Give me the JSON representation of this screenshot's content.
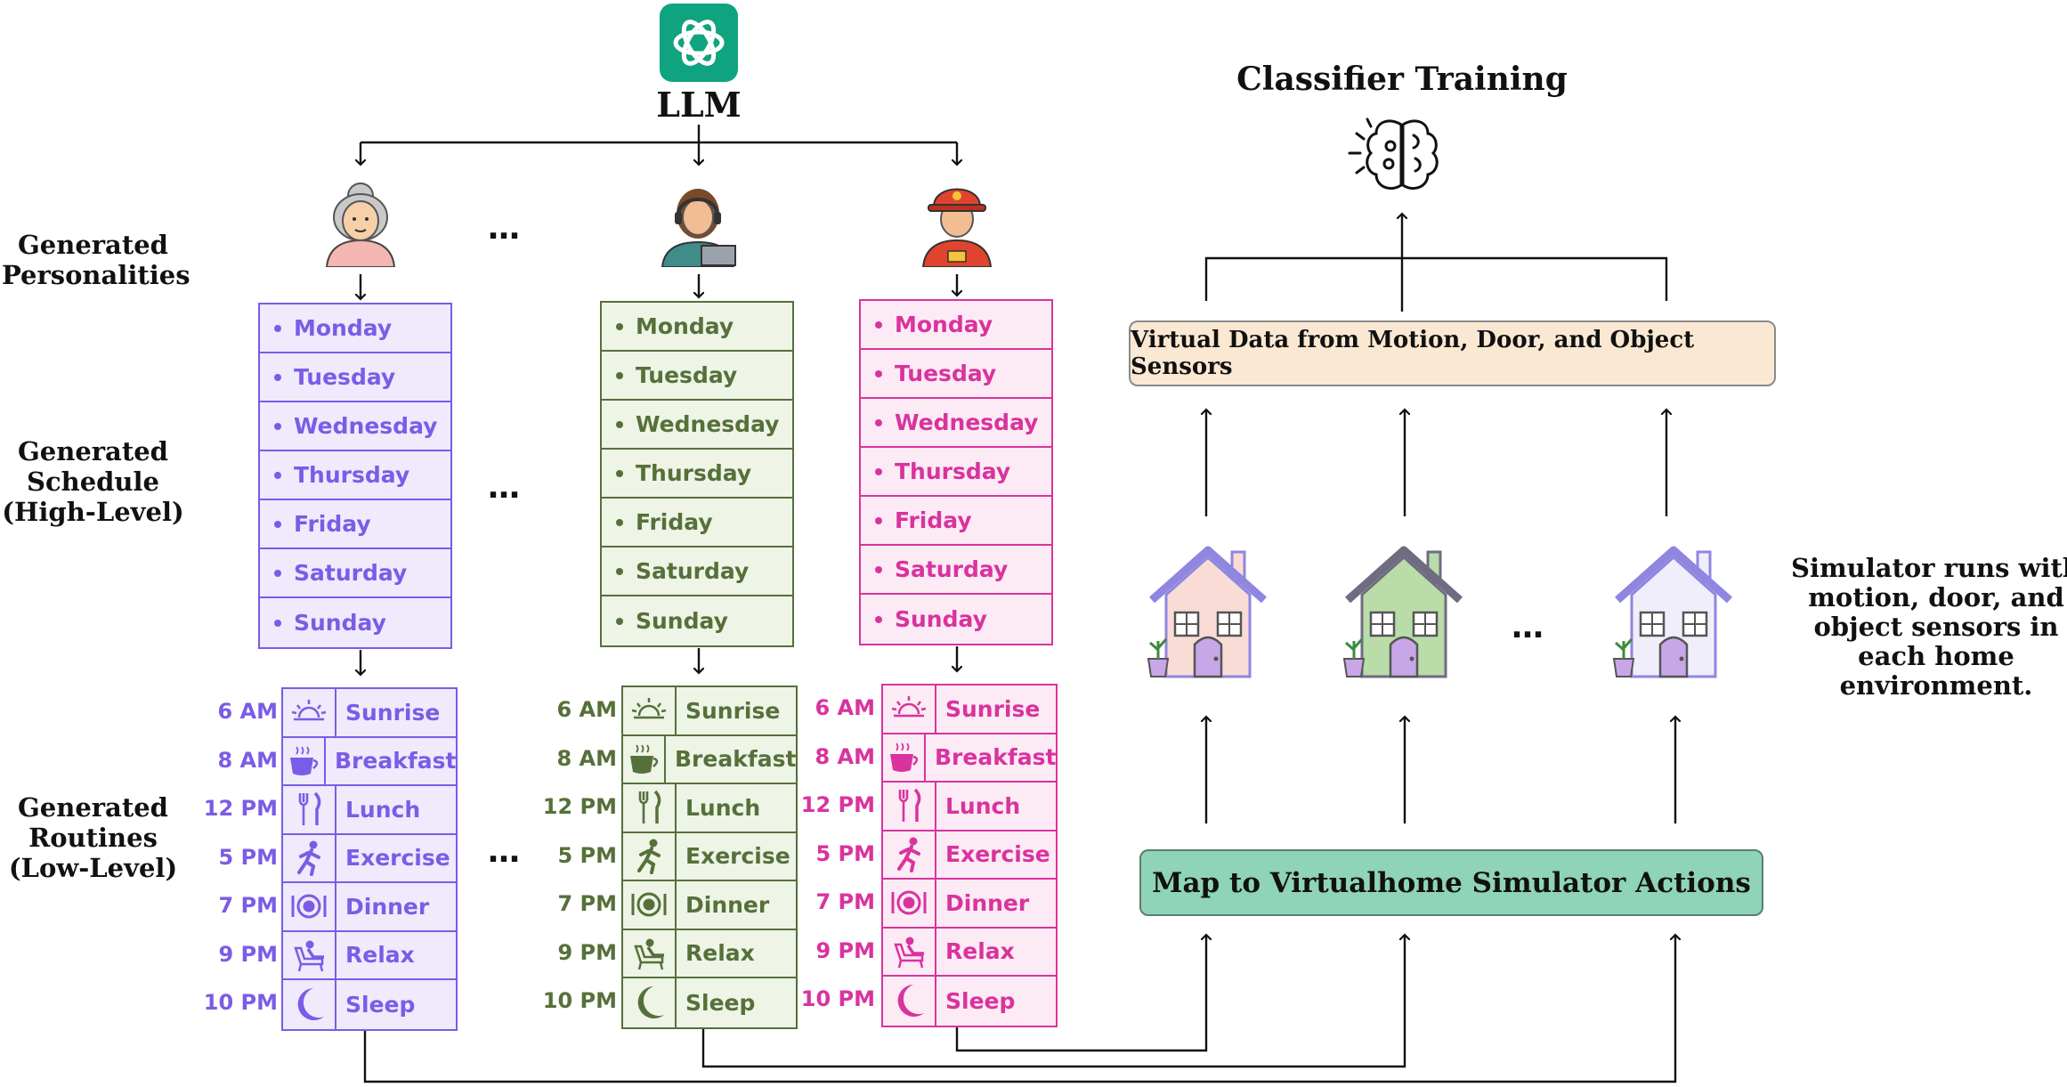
{
  "llm": {
    "label": "LLM",
    "logo_icon": "openai-logo-icon",
    "logo_color": "#10a37f"
  },
  "classifier": {
    "title": "Classifier Training",
    "icon": "brain-gears-icon"
  },
  "row_labels": {
    "personalities": "Generated Personalities",
    "schedule": "Generated Schedule (High-Level)",
    "routines": "Generated Routines (Low-Level)"
  },
  "ellipsis": "…",
  "columns": [
    {
      "persona_icon": "elderly-woman-avatar-icon",
      "color": "#7b5ce6",
      "bg": "#efeafc",
      "border": "#7b5ce6",
      "days": [
        "Monday",
        "Tuesday",
        "Wednesday",
        "Thursday",
        "Friday",
        "Saturday",
        "Sunday"
      ],
      "routines": [
        {
          "time": "6 AM",
          "name": "Sunrise",
          "icon": "sunrise-icon"
        },
        {
          "time": "8 AM",
          "name": "Breakfast",
          "icon": "coffee-cup-icon"
        },
        {
          "time": "12 PM",
          "name": "Lunch",
          "icon": "fork-knife-icon"
        },
        {
          "time": "5 PM",
          "name": "Exercise",
          "icon": "running-person-icon"
        },
        {
          "time": "7 PM",
          "name": "Dinner",
          "icon": "plate-icon"
        },
        {
          "time": "9 PM",
          "name": "Relax",
          "icon": "recliner-icon"
        },
        {
          "time": "10 PM",
          "name": "Sleep",
          "icon": "moon-icon"
        }
      ]
    },
    {
      "persona_icon": "office-worker-headset-avatar-icon",
      "color": "#56703a",
      "bg": "#eef4e6",
      "border": "#56703a",
      "days": [
        "Monday",
        "Tuesday",
        "Wednesday",
        "Thursday",
        "Friday",
        "Saturday",
        "Sunday"
      ],
      "routines": [
        {
          "time": "6 AM",
          "name": "Sunrise",
          "icon": "sunrise-icon"
        },
        {
          "time": "8 AM",
          "name": "Breakfast",
          "icon": "coffee-cup-icon"
        },
        {
          "time": "12 PM",
          "name": "Lunch",
          "icon": "fork-knife-icon"
        },
        {
          "time": "5 PM",
          "name": "Exercise",
          "icon": "running-person-icon"
        },
        {
          "time": "7 PM",
          "name": "Dinner",
          "icon": "plate-icon"
        },
        {
          "time": "9 PM",
          "name": "Relax",
          "icon": "recliner-icon"
        },
        {
          "time": "10 PM",
          "name": "Sleep",
          "icon": "moon-icon"
        }
      ]
    },
    {
      "persona_icon": "firefighter-avatar-icon",
      "color": "#d9339e",
      "bg": "#fcebf5",
      "border": "#d9339e",
      "days": [
        "Monday",
        "Tuesday",
        "Wednesday",
        "Thursday",
        "Friday",
        "Saturday",
        "Sunday"
      ],
      "routines": [
        {
          "time": "6 AM",
          "name": "Sunrise",
          "icon": "sunrise-icon"
        },
        {
          "time": "8 AM",
          "name": "Breakfast",
          "icon": "coffee-cup-icon"
        },
        {
          "time": "12 PM",
          "name": "Lunch",
          "icon": "fork-knife-icon"
        },
        {
          "time": "5 PM",
          "name": "Exercise",
          "icon": "running-person-icon"
        },
        {
          "time": "7 PM",
          "name": "Dinner",
          "icon": "plate-icon"
        },
        {
          "time": "9 PM",
          "name": "Relax",
          "icon": "recliner-icon"
        },
        {
          "time": "10 PM",
          "name": "Sleep",
          "icon": "moon-icon"
        }
      ]
    }
  ],
  "sensor_data_box": "Virtual Data from Motion, Door, and Object Sensors",
  "map_box": "Map to Virtualhome Simulator Actions",
  "simulator_note": "Simulator runs with motion, door, and object sensors in each home environment.",
  "houses": [
    {
      "icon": "house-icon",
      "wall": "#f9dcd6",
      "roof": "#8f86e0"
    },
    {
      "icon": "house-icon",
      "wall": "#b9dca8",
      "roof": "#6f6b80"
    },
    {
      "icon": "house-icon",
      "wall": "#f1eefc",
      "roof": "#8f86e0"
    }
  ]
}
